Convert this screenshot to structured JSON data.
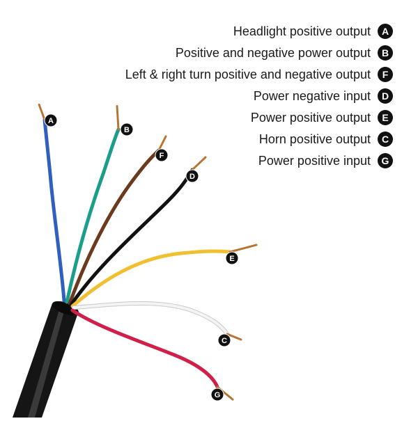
{
  "legend": [
    {
      "letter": "A",
      "text": "Headlight positive output"
    },
    {
      "letter": "B",
      "text": "Positive and negative power output"
    },
    {
      "letter": "F",
      "text": "Left & right turn positive and negative output"
    },
    {
      "letter": "D",
      "text": "Power negative input"
    },
    {
      "letter": "E",
      "text": "Power positive output"
    },
    {
      "letter": "C",
      "text": "Horn positive output"
    },
    {
      "letter": "G",
      "text": "Power positive input"
    }
  ],
  "wires": [
    {
      "letter": "A",
      "color": "#2f5fbf",
      "color_name": "blue"
    },
    {
      "letter": "B",
      "color": "#1a9e8a",
      "color_name": "green"
    },
    {
      "letter": "F",
      "color": "#6b3a1e",
      "color_name": "brown"
    },
    {
      "letter": "D",
      "color": "#111111",
      "color_name": "black"
    },
    {
      "letter": "E",
      "color": "#f0c030",
      "color_name": "yellow"
    },
    {
      "letter": "C",
      "color": "#f4f4f4",
      "color_name": "white"
    },
    {
      "letter": "G",
      "color": "#d0204a",
      "color_name": "red"
    }
  ],
  "cable_color": "#151515",
  "copper_color": "#b87333"
}
